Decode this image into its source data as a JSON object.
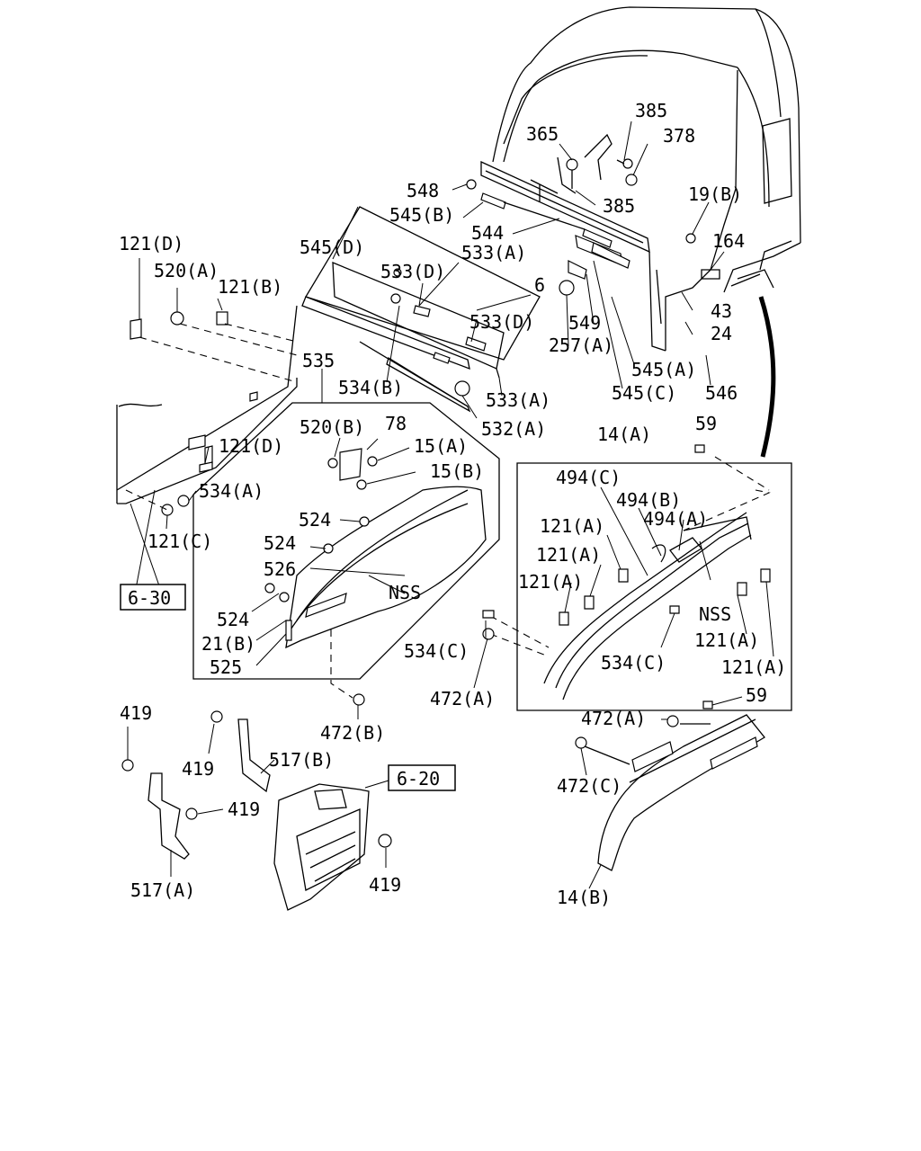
{
  "diagram": {
    "callouts": {
      "c385_top": "385",
      "c365": "365",
      "c378": "378",
      "c385_lower": "385",
      "c548": "548",
      "c545b": "545(B)",
      "c19b": "19(B)",
      "c544": "544",
      "c121d_top": "121(D)",
      "c164": "164",
      "c545d": "545(D)",
      "c533a_top": "533(A)",
      "c520a": "520(A)",
      "c533d_top": "533(D)",
      "c121b": "121(B)",
      "c6": "6",
      "c43": "43",
      "c533d_mid": "533(D)",
      "c549": "549",
      "c24": "24",
      "c257a": "257(A)",
      "c535": "535",
      "c545a": "545(A)",
      "c534b": "534(B)",
      "c545c": "545(C)",
      "c546": "546",
      "c533a_low": "533(A)",
      "c532a": "532(A)",
      "c520b": "520(B)",
      "c78": "78",
      "c59_top": "59",
      "c14a": "14(A)",
      "c121d_low": "121(D)",
      "c15a": "15(A)",
      "c15b": "15(B)",
      "c494c": "494(C)",
      "c534a": "534(A)",
      "c494b": "494(B)",
      "c494a": "494(A)",
      "c524_1": "524",
      "c121a_1": "121(A)",
      "c121c": "121(C)",
      "c524_2": "524",
      "c121a_2": "121(A)",
      "c526": "526",
      "nss_left": "NSS",
      "c121a_3": "121(A)",
      "c524_3": "524",
      "nss_right": "NSS",
      "c21b": "21(B)",
      "c534c_left": "534(C)",
      "c121a_4": "121(A)",
      "c525": "525",
      "c534c_right": "534(C)",
      "c121a_5": "121(A)",
      "c472a_upper": "472(A)",
      "c59_low": "59",
      "c419_1": "419",
      "c472b": "472(B)",
      "c472a_lower": "472(A)",
      "c419_2": "419",
      "c517b": "517(B)",
      "c472c": "472(C)",
      "c419_3": "419",
      "c419_4": "419",
      "c517a": "517(A)",
      "c14b": "14(B)"
    },
    "references": {
      "ref_6_30": "6-30",
      "ref_6_20": "6-20"
    }
  }
}
